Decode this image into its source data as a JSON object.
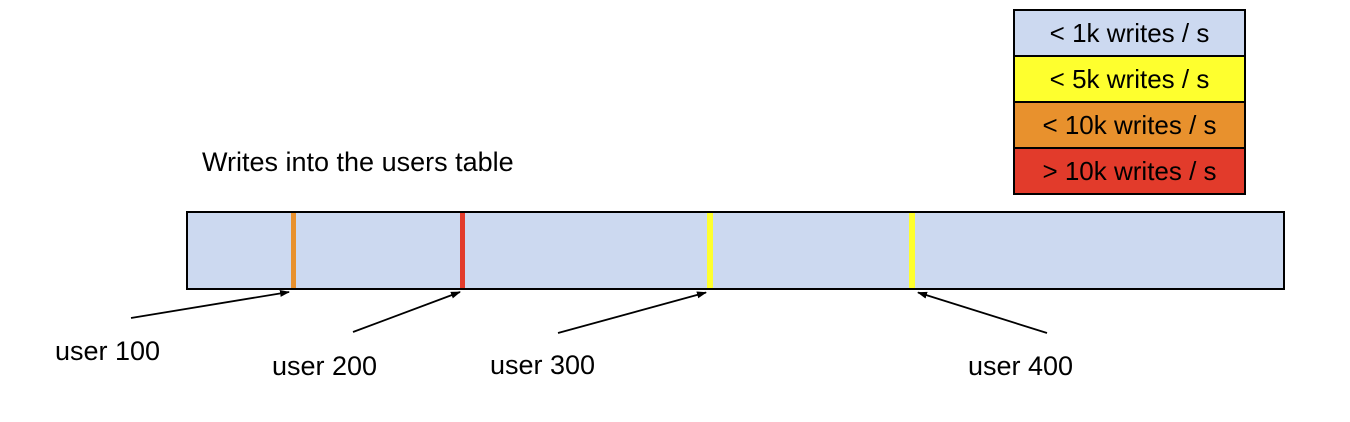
{
  "title": "Writes into the users table",
  "legend": {
    "items": [
      {
        "label": "< 1k writes / s",
        "color": "#ccd9f0"
      },
      {
        "label": "< 5k writes / s",
        "color": "#feff2e"
      },
      {
        "label": "< 10k writes / s",
        "color": "#e8912d"
      },
      {
        "label": "> 10k writes / s",
        "color": "#e23b2b"
      }
    ]
  },
  "bar": {
    "fill_color": "#ccd9f0",
    "markers": [
      {
        "label": "user 100",
        "color": "#e8912d"
      },
      {
        "label": "user 200",
        "color": "#e23b2b"
      },
      {
        "label": "user 300",
        "color": "#feff2e"
      },
      {
        "label": "user 400",
        "color": "#feff2e"
      }
    ]
  }
}
